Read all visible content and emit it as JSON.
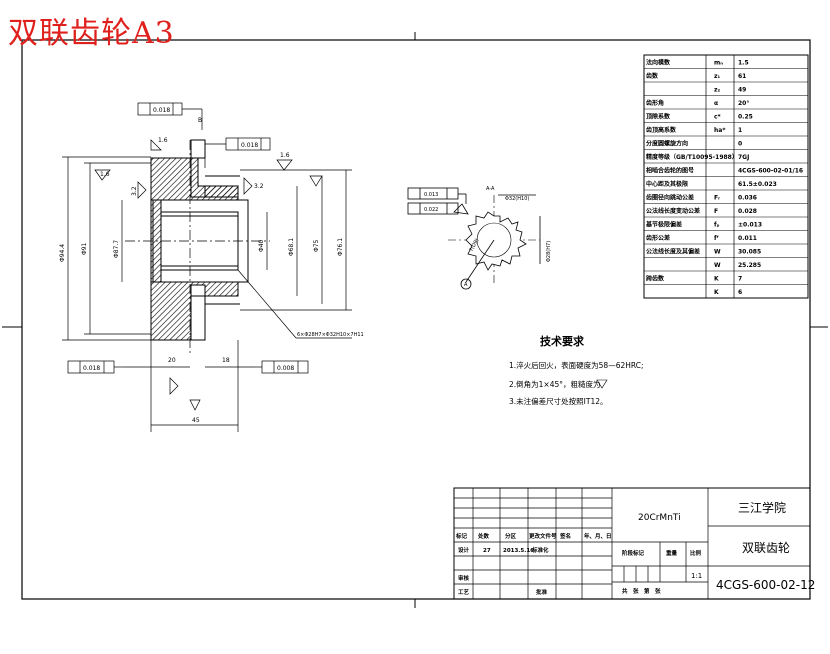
{
  "overlay_title": "双联齿轮A3",
  "params_table": {
    "rows": [
      {
        "label": "法向模数",
        "sym": "mₙ",
        "val": "1.5"
      },
      {
        "label": "齿数",
        "sym": "z₁",
        "val": "61"
      },
      {
        "label": "",
        "sym": "z₂",
        "val": "49"
      },
      {
        "label": "齿形角",
        "sym": "α",
        "val": "20°"
      },
      {
        "label": "顶隙系数",
        "sym": "c*",
        "val": "0.25"
      },
      {
        "label": "齿顶高系数",
        "sym": "ha*",
        "val": "1"
      },
      {
        "label": "分度圆螺旋方向",
        "sym": "",
        "val": "0"
      },
      {
        "label": "精度等级（GB/T10095-1988）",
        "sym": "",
        "val": "7GJ"
      },
      {
        "label": "相啮合齿轮的图号",
        "sym": "",
        "val": "4CGS-600-02-01/16"
      },
      {
        "label": "中心距及其极限",
        "sym": "",
        "val": "61.5±0.023"
      },
      {
        "label": "齿圈径向跳动公差",
        "sym": "Fᵣ",
        "val": "0.036"
      },
      {
        "label": "公法线长度变动公差",
        "sym": "F",
        "val": "0.028"
      },
      {
        "label": "基节极限偏差",
        "sym": "fₚ",
        "val": "±0.013"
      },
      {
        "label": "齿形公差",
        "sym": "fᶠ",
        "val": "0.011"
      },
      {
        "label": "公法线长度及其偏差",
        "sym": "W",
        "val": "30.085"
      },
      {
        "label": "",
        "sym": "W",
        "val": "25.285"
      },
      {
        "label": "跨齿数",
        "sym": "K",
        "val": "7"
      },
      {
        "label": "",
        "sym": "K",
        "val": "6"
      }
    ]
  },
  "tech_requirements": {
    "heading": "技术要求",
    "items": [
      "1.淬火后回火，表面硬度为58—62HRC;",
      "2.倒角为1×45°，粗糙度为",
      "3.未注偏差尺寸处按照IT12。"
    ]
  },
  "dimensions": {
    "d1": "Φ94.4",
    "d2": "Φ91",
    "d3": "Φ87.7",
    "d4": "Φ68.1",
    "d5": "Φ40",
    "d6": "Φ75",
    "d7": "Φ76.1",
    "w1": "20",
    "w2": "18",
    "w3": "45",
    "r1": "1.6",
    "r2": "1.6",
    "r3": "3.2",
    "r4": "3.2",
    "r5": "1.6",
    "spline_note": "6×Φ28H7×Φ32H10×7H11",
    "datum_a": "A",
    "datum_b": "B",
    "tol_1": "0.018",
    "tol_2": "0.018",
    "tol_3": "0.018",
    "tol_4": "0.008",
    "section_label": "A-A",
    "spline_tol_1": "0.013",
    "spline_tol_2": "0.022",
    "spline_dim1": "Φ32(H10)",
    "spline_dim2": "Φ28(H7)",
    "spline_dim3": "7(D9)"
  },
  "title_block": {
    "material": "20CrMnTi",
    "institution": "三江学院",
    "part_name": "双联齿轮",
    "drawing_no": "4CGS-600-02-12",
    "scale": "1:1",
    "scale_label": "比例",
    "weight_label": "重量",
    "stage_label": "阶段标记",
    "sheet_label": "共　张　第　张",
    "mark_label": "标记",
    "count_label": "处数",
    "zone_label": "分区",
    "doc_label": "更改文件号",
    "sign_label": "签名",
    "date_label": "年、月、日",
    "designer_label": "设计",
    "designer_name": "27",
    "design_date": "2013.5.16",
    "std_label": "标准化",
    "review_label": "审核",
    "process_label": "工艺",
    "approve_label": "批准"
  },
  "colors": {
    "overlay_red": "#e0201c",
    "line": "#000000",
    "hatch": "#000000"
  }
}
